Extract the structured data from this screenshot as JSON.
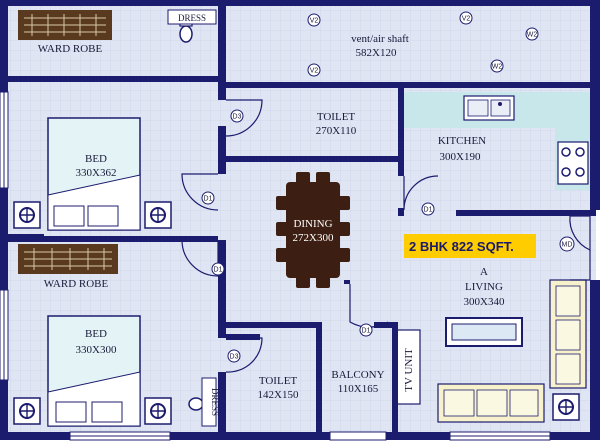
{
  "plan_badge": "2 BHK 822 SQFT.",
  "rooms": {
    "ward_robe_top": "WARD ROBE",
    "dress_top": "DRESS",
    "vent_name": "vent/air shaft",
    "vent_size": "582X120",
    "toilet_top_name": "TOILET",
    "toilet_top_size": "270X110",
    "kitchen_name": "KITCHEN",
    "kitchen_size": "300X190",
    "bed1_name": "BED",
    "bed1_size": "330X362",
    "dining_name": "DINING",
    "dining_size": "272X300",
    "ward_robe_bottom": "WARD ROBE",
    "bed2_name": "BED",
    "bed2_size": "330X300",
    "living_a": "A",
    "living_name": "LIVING",
    "living_size": "300X340",
    "toilet_bottom_name": "TOILET",
    "toilet_bottom_size": "142X150",
    "balcony_name": "BALCONY",
    "balcony_size": "110X165",
    "tv_unit": "TV UNIT",
    "dress_bottom": "DRESS"
  },
  "door_tags": {
    "d_bed1": "D1",
    "d_bed2": "D1",
    "d_kitchen": "D1",
    "d_balcony": "D1",
    "d_toilet_top": "D3",
    "d_toilet_bottom": "D3",
    "d_main": "MD",
    "v1": "V2",
    "v2": "V2",
    "v3": "V2",
    "w1": "W2",
    "w2": "W2"
  },
  "colors": {
    "wall": "#1c1c6e",
    "floor": "#dde3f2",
    "wet_floor": "#e6eef9",
    "kitchen_counter": "#c8e7ea",
    "wardrobe": "#5a3a1e",
    "dining_table": "#3c1e12",
    "badge": "#ffcc00",
    "sofa": "#f7f2cc",
    "bed_sheet": "#e4f4f6"
  }
}
